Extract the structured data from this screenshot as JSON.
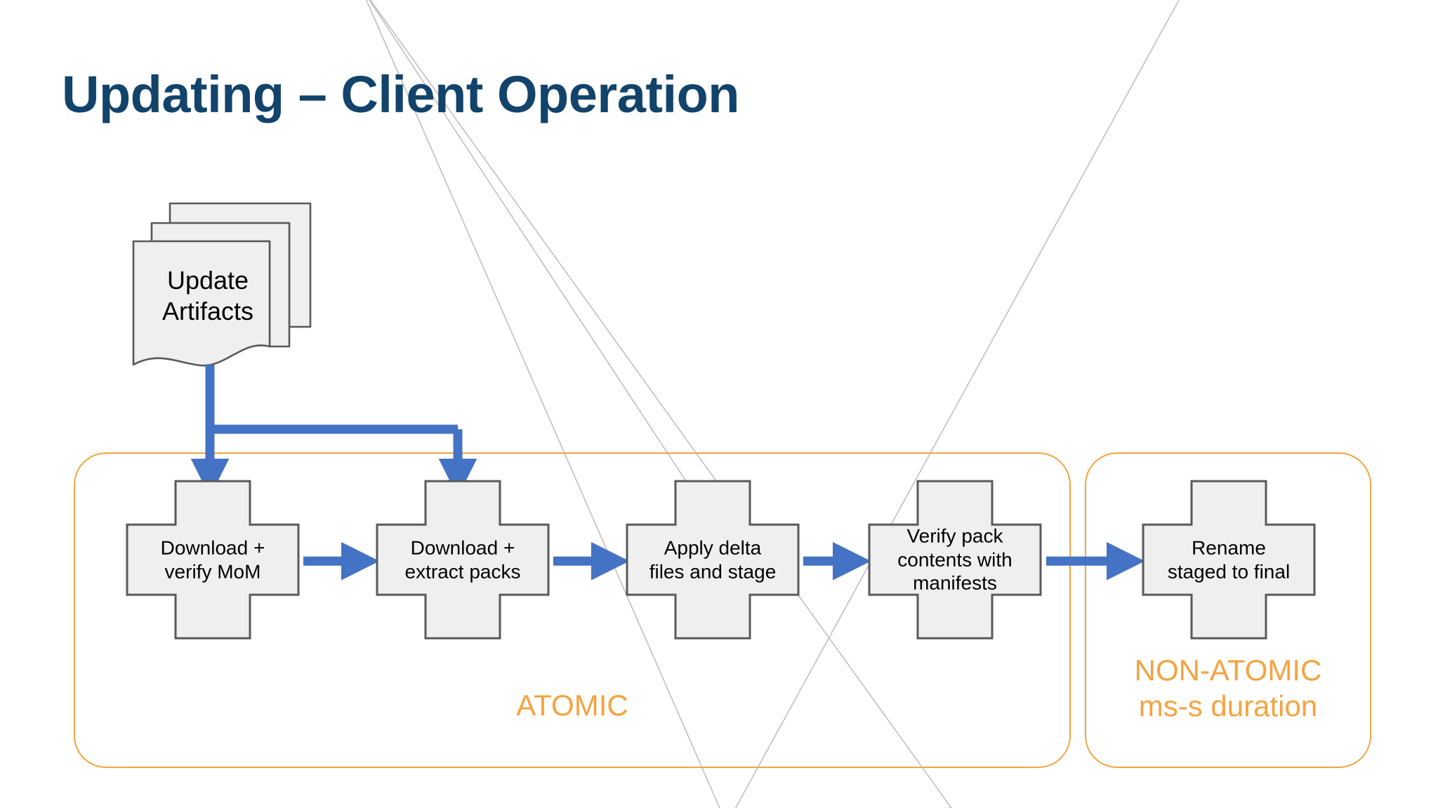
{
  "slide": {
    "title": "Updating – Client Operation",
    "title_color": "#12436B",
    "background_color": "#FFFFFF"
  },
  "source": {
    "label": "Update\nArtifacts",
    "line1": "Update",
    "line2": "Artifacts",
    "shape": "stacked-documents",
    "fill_color": "#EFEFEF",
    "border_color": "#595959"
  },
  "groups": [
    {
      "id": "atomic",
      "label": "ATOMIC",
      "sublabel": "",
      "border_color": "#F5A340",
      "text_color": "#F5A340"
    },
    {
      "id": "non-atomic",
      "label": "NON-ATOMIC",
      "sublabel": "ms-s duration",
      "border_color": "#F5A340",
      "text_color": "#F5A340"
    }
  ],
  "steps": [
    {
      "index": 1,
      "lines": [
        "Download +",
        "verify MoM"
      ],
      "group": "atomic",
      "shape": "cross",
      "fill_color": "#EFEFEF",
      "border_color": "#595959"
    },
    {
      "index": 2,
      "lines": [
        "Download +",
        "extract packs"
      ],
      "group": "atomic",
      "shape": "cross",
      "fill_color": "#EFEFEF",
      "border_color": "#595959"
    },
    {
      "index": 3,
      "lines": [
        "Apply delta",
        "files and stage"
      ],
      "group": "atomic",
      "shape": "cross",
      "fill_color": "#EFEFEF",
      "border_color": "#595959"
    },
    {
      "index": 4,
      "lines": [
        "Verify pack",
        "contents with",
        "manifests"
      ],
      "group": "atomic",
      "shape": "cross",
      "fill_color": "#EFEFEF",
      "border_color": "#595959"
    },
    {
      "index": 5,
      "lines": [
        "Rename",
        "staged to final"
      ],
      "group": "non-atomic",
      "shape": "cross",
      "fill_color": "#EFEFEF",
      "border_color": "#595959"
    }
  ],
  "connectors": {
    "arrow_color": "#4472C4",
    "decorative_line_color": "#BFBFBF"
  }
}
